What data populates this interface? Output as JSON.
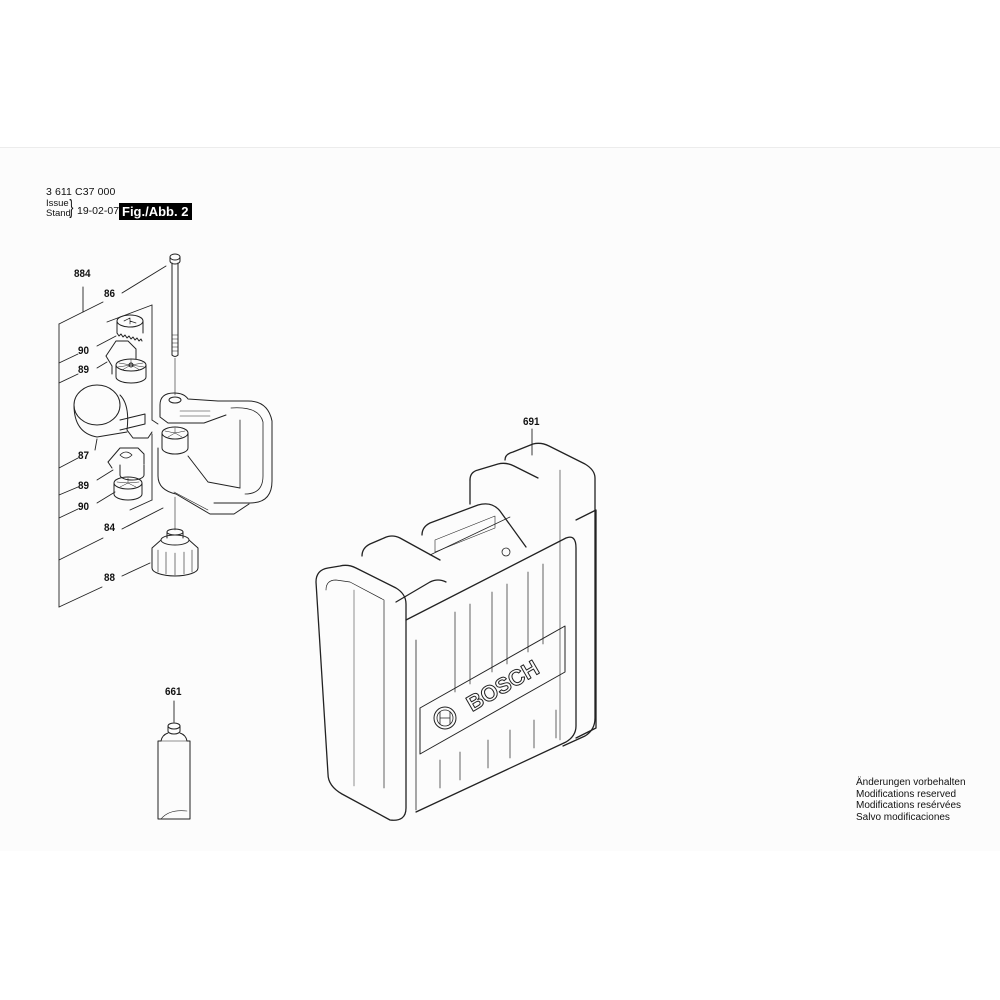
{
  "header": {
    "part_number": "3 611 C37 000",
    "issue_label": "Issue",
    "stand_label": "Stand",
    "date": "19-02-07",
    "figure_label": "Fig./Abb. 2"
  },
  "callouts": [
    {
      "id": "884",
      "label": "884",
      "part": "auxiliary-handle-assembly"
    },
    {
      "id": "86",
      "label": "86",
      "part": "bolt"
    },
    {
      "id": "90a",
      "label": "90",
      "part": "toothed-washer"
    },
    {
      "id": "89a",
      "label": "89",
      "part": "clamp-block"
    },
    {
      "id": "87",
      "label": "87",
      "part": "clamping-band"
    },
    {
      "id": "89b",
      "label": "89",
      "part": "clamp-block"
    },
    {
      "id": "90b",
      "label": "90",
      "part": "toothed-washer"
    },
    {
      "id": "84",
      "label": "84",
      "part": "handle"
    },
    {
      "id": "88",
      "label": "88",
      "part": "knob"
    },
    {
      "id": "661",
      "label": "661",
      "part": "grease-tube"
    },
    {
      "id": "691",
      "label": "691",
      "part": "carrying-case"
    }
  ],
  "case": {
    "brand": "BOSCH"
  },
  "notice": {
    "lines": [
      "Änderungen vorbehalten",
      "Modifications reserved",
      "Modifications resérvées",
      "Salvo modificaciones"
    ]
  },
  "colors": {
    "ink": "#111111",
    "page_bg": "#fcfcfc",
    "figure_tag_bg": "#000000",
    "figure_tag_fg": "#ffffff"
  }
}
